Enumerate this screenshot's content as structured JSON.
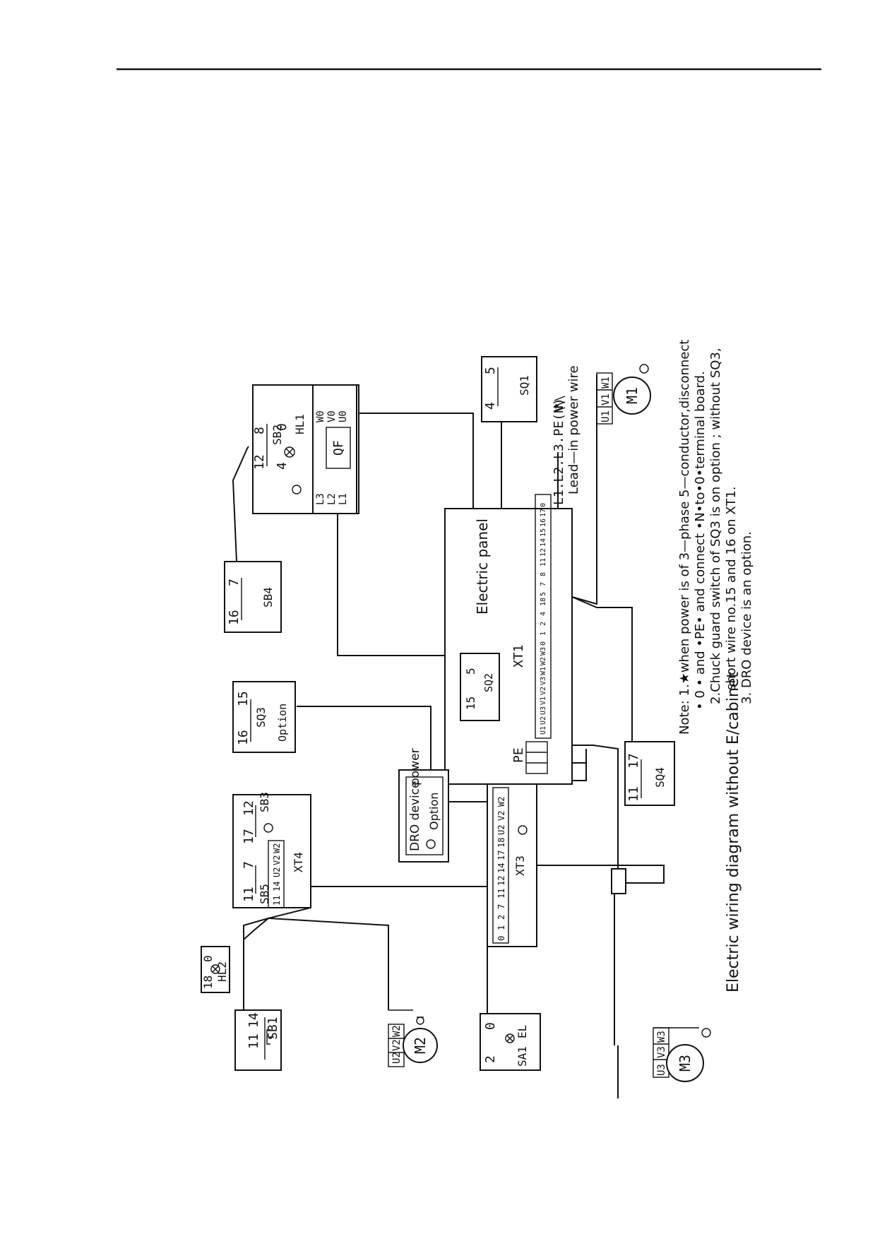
{
  "caption": "Electric wiring diagram without E/cabinet",
  "notes": [
    "Note: 1.★when power is of 3—phase 5—conductor,disconnect",
    "• 0 • and •PE• and connect •N•to•0•terminal board.",
    "2.Chuck guard switch of SQ3 is on option ; without SQ3,",
    "short wire no.15 and 16 on XT1.",
    "3. DRO device is an option."
  ],
  "panel": {
    "title": "Electric panel",
    "xt1": "XT1",
    "pe": "PE"
  },
  "xt1_terminals": [
    "U1",
    "U2",
    "U3",
    "V1",
    "V2",
    "V3",
    "W1",
    "W2",
    "W3",
    "0",
    "1",
    "2",
    "4",
    "18",
    "5",
    "7",
    "8",
    "11",
    "12",
    "14",
    "15",
    "16",
    "17",
    "0"
  ],
  "power": {
    "inputs": "L1.L2.L3.PE(N)",
    "star": "★",
    "lead_in": "Lead—in power wire"
  },
  "qf": {
    "label": "QF",
    "left": [
      "L3",
      "L2",
      "L1"
    ],
    "right": [
      "W0",
      "V0",
      "U0"
    ]
  },
  "box_sb2_hl1": {
    "t12": "12",
    "t8": "8",
    "sb2": "SB2",
    "t4": "4",
    "t0": "0",
    "hl1": "HL1"
  },
  "sq1": {
    "t4": "4",
    "t5": "5",
    "label": "SQ1"
  },
  "sb4": {
    "t16": "16",
    "t7": "7",
    "label": "SB4"
  },
  "sq3": {
    "t16": "16",
    "t15": "15",
    "label": "SQ3",
    "option": "Option"
  },
  "sq2": {
    "t15": "15",
    "t5": "5",
    "label": "SQ2"
  },
  "sq4": {
    "t11": "11",
    "t17": "17",
    "label": "SQ4"
  },
  "m1": {
    "label": "M1",
    "terminals": [
      "U1",
      "V1",
      "W1"
    ]
  },
  "m2": {
    "label": "M2",
    "terminals": [
      "U2",
      "V2",
      "W2"
    ]
  },
  "m3": {
    "label": "M3",
    "terminals": [
      "U3",
      "V3",
      "W3"
    ]
  },
  "sb5_sb3": {
    "t11": "11",
    "t7": "7",
    "t17": "17",
    "t12": "12",
    "sb5": "SB5",
    "sb3": "SB3",
    "xt4": "XT4"
  },
  "xt4_terminals": [
    "11",
    "14",
    "U2",
    "V2",
    "W2"
  ],
  "dro": {
    "text": "DRO device",
    "power": "power",
    "option": "Option"
  },
  "xt3": {
    "label": "XT3",
    "terminals": [
      "0",
      "1",
      "2",
      "7",
      "11",
      "12",
      "14",
      "17",
      "18",
      "U2",
      "V2",
      "W2"
    ]
  },
  "hl2": {
    "t18": "18",
    "t0": "0",
    "label": "HL2"
  },
  "sb1": {
    "t11": "11",
    "t14": "14",
    "label": "SB1"
  },
  "sa1_el": {
    "t2": "2",
    "t0": "0",
    "sa1": "SA1",
    "el": "EL"
  }
}
